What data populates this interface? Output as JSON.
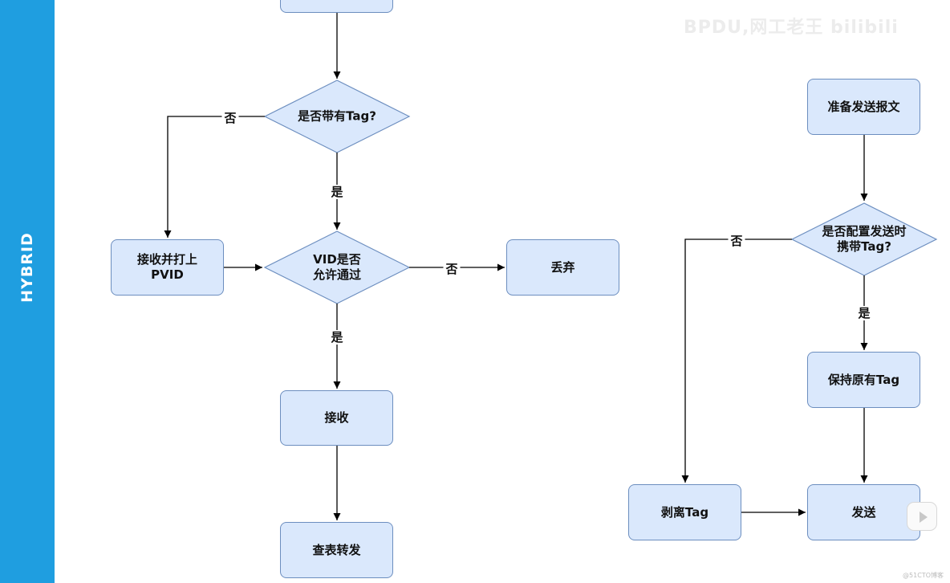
{
  "sidebar": {
    "title": "HYBRID"
  },
  "watermark": "BPDU,网工老王 bilibili",
  "footer_credit": "@51CTO博客",
  "receive_flow": {
    "decision_tag": "是否带有Tag?",
    "tag_untagged": "接收并打上\nPVID",
    "decision_vid": "VID是否\n允许通过",
    "discard": "丢弃",
    "receive": "接收",
    "lookup_forward": "查表转发",
    "edge_tag_no": "否",
    "edge_tag_yes": "是",
    "edge_vid_no": "否",
    "edge_vid_yes": "是"
  },
  "send_flow": {
    "prepare": "准备发送报文",
    "decision_carry_tag": "是否配置发送时\n携带Tag?",
    "keep_tag": "保持原有Tag",
    "strip_tag": "剥离Tag",
    "send": "发送",
    "edge_no": "否",
    "edge_yes": "是"
  },
  "colors": {
    "sidebar": "#1f9ee0",
    "node_fill": "#dae8fc",
    "node_border": "#6c8ebf",
    "edge": "#000000"
  }
}
